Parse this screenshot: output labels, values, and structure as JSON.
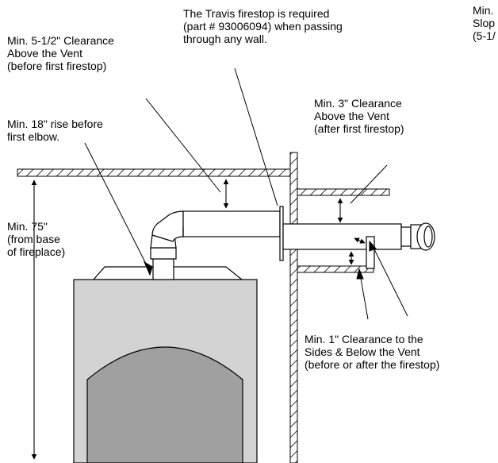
{
  "labels": {
    "firestop_note": [
      "The Travis firestop is required",
      "(part # 93006094) when passing",
      "through any wall."
    ],
    "top_right_note": [
      "Min.",
      "Slop",
      "(5-1/"
    ],
    "clearance_before": [
      "Min. 5-1/2\" Clearance",
      "Above the Vent",
      "(before first firestop)"
    ],
    "clearance_after": [
      "Min. 3\" Clearance",
      "Above the Vent",
      "(after first firestop)"
    ],
    "rise_note": [
      "Min. 18\" rise before",
      "first elbow."
    ],
    "height_note": [
      "Min. 75\"",
      "(from base",
      "of fireplace)"
    ],
    "side_clearance": [
      "Min. 1\" Clearance to the",
      "Sides & Below the Vent",
      "(before or after the firestop)"
    ]
  },
  "colors": {
    "line": "#000000",
    "firebox_body": "#d3d3d3",
    "firebox_arch": "#a0a0a0"
  }
}
